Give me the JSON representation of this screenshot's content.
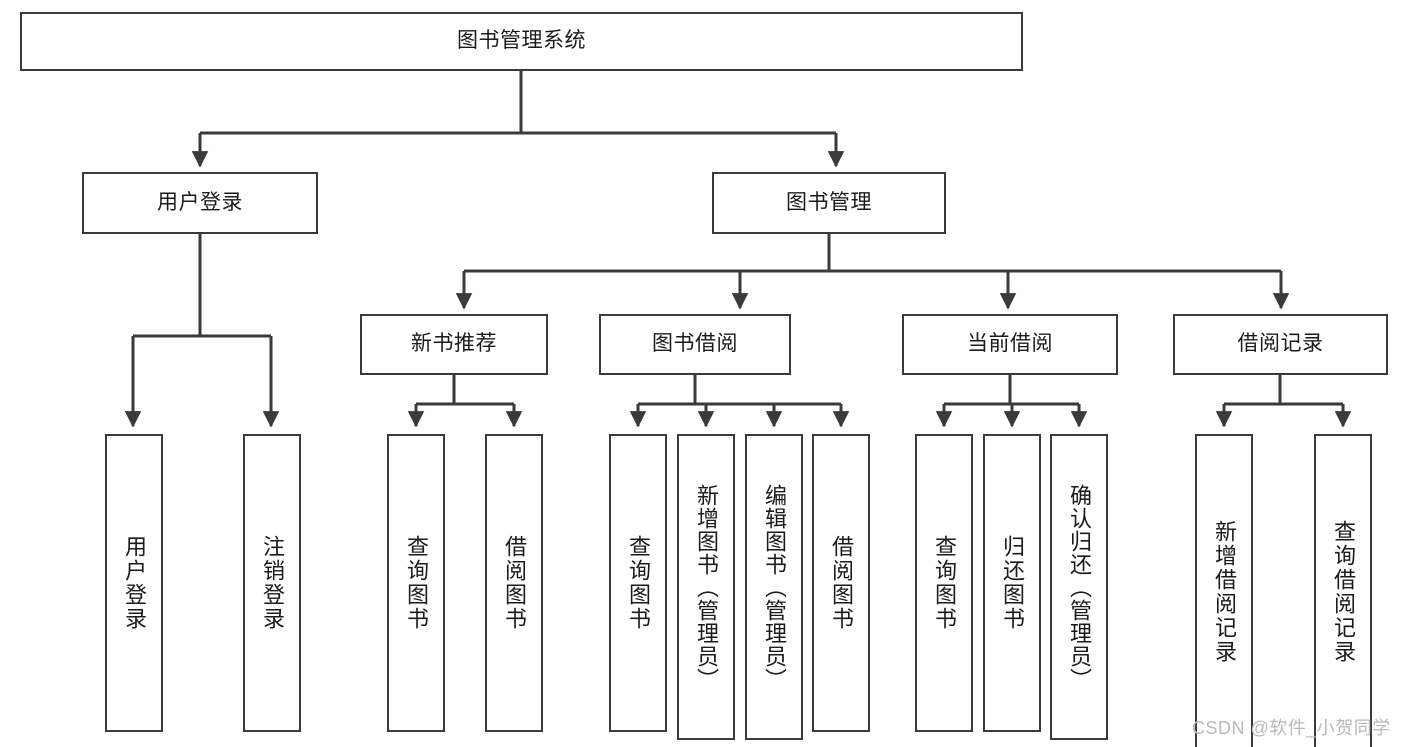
{
  "diagram": {
    "title": "图书管理系统",
    "type": "tree-hierarchy-chart",
    "colors": {
      "node_border": "#3a3a3a",
      "node_fill": "#ffffff",
      "connector": "#3a3a3a",
      "text": "#1b1b1b",
      "watermark": "#b9b9b9",
      "background": "#ffffff"
    },
    "root": {
      "label": "图书管理系统"
    },
    "level1": [
      {
        "label": "用户登录"
      },
      {
        "label": "图书管理"
      }
    ],
    "level2": [
      {
        "label": "新书推荐"
      },
      {
        "label": "图书借阅"
      },
      {
        "label": "当前借阅"
      },
      {
        "label": "借阅记录"
      }
    ],
    "leaves": {
      "user_login": [
        {
          "label": "用户登录"
        },
        {
          "label": "注销登录"
        }
      ],
      "new_book_recommend": [
        {
          "label": "查询图书"
        },
        {
          "label": "借阅图书"
        }
      ],
      "book_borrow": [
        {
          "label": "查询图书"
        },
        {
          "label": "新增图书（管理员）"
        },
        {
          "label": "编辑图书（管理员）"
        },
        {
          "label": "借阅图书"
        }
      ],
      "current_borrow": [
        {
          "label": "查询图书"
        },
        {
          "label": "归还图书"
        },
        {
          "label": "确认归还（管理员）"
        }
      ],
      "borrow_record": [
        {
          "label": "新增借阅记录"
        },
        {
          "label": "查询借阅记录"
        }
      ]
    },
    "watermark": "CSDN @软件_小贺同学"
  }
}
